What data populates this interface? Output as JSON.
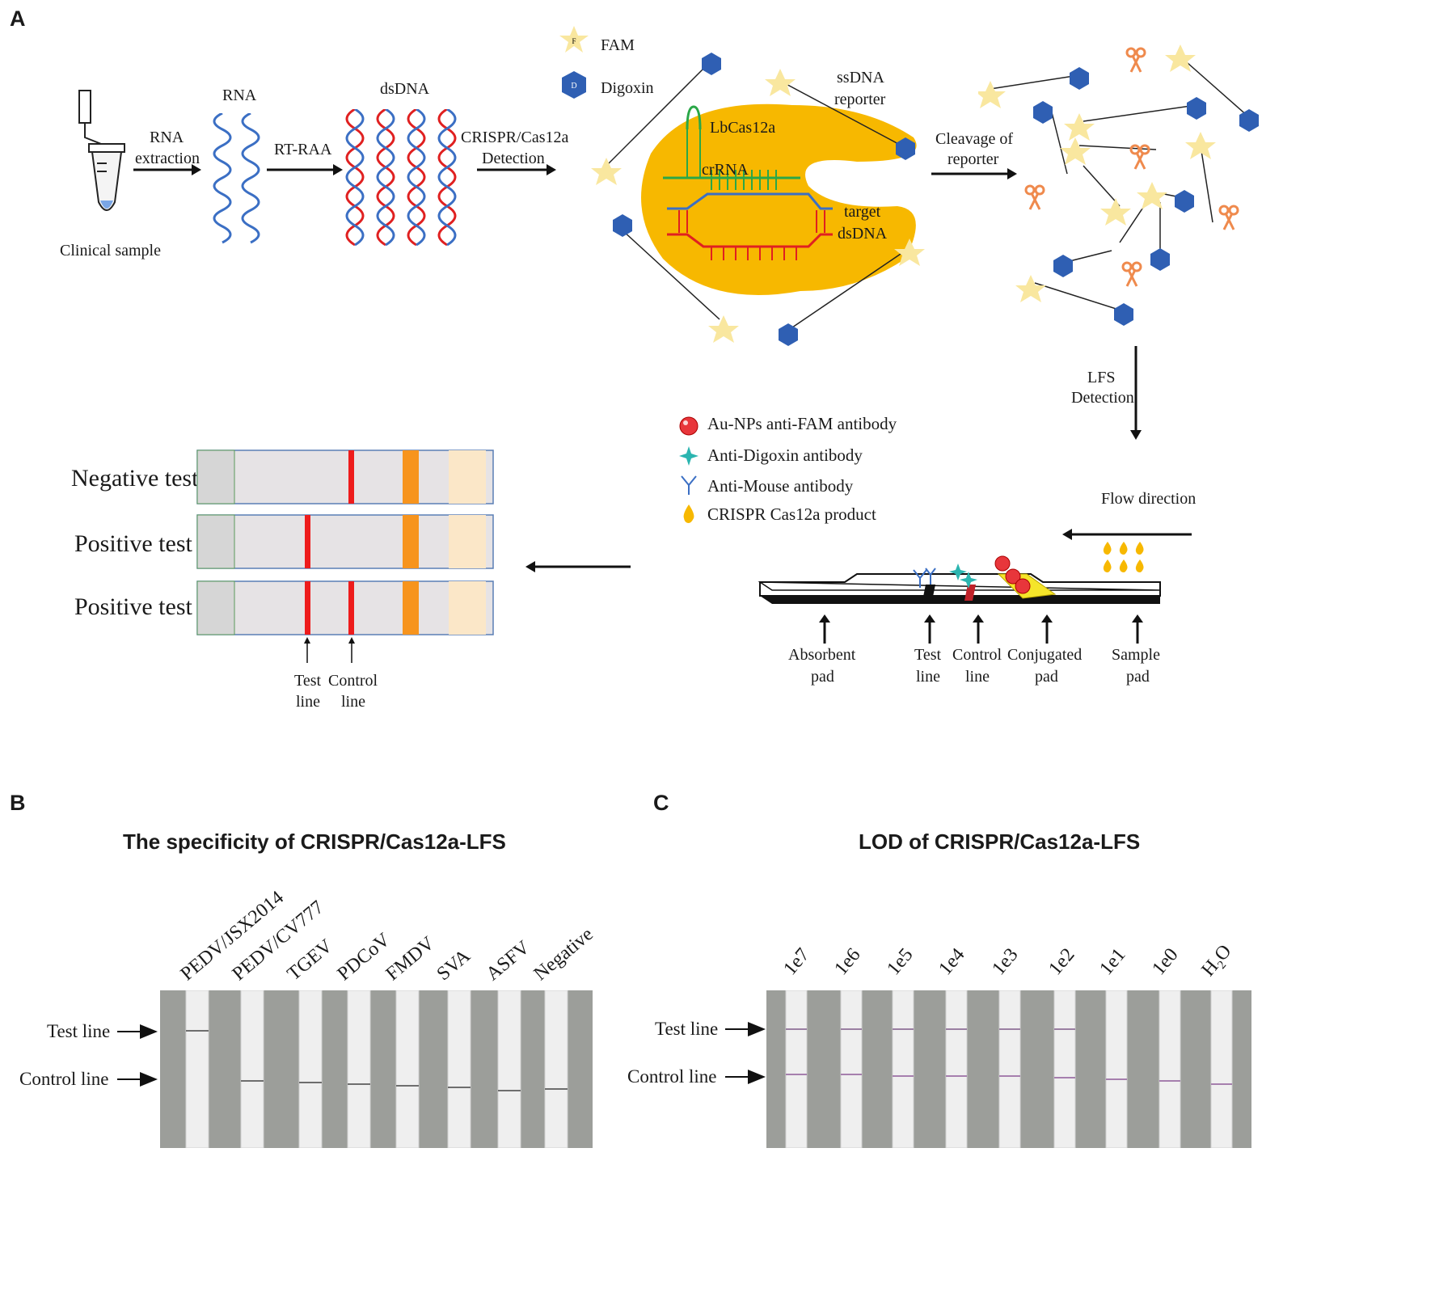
{
  "panels": {
    "a": "A",
    "b": "B",
    "c": "C"
  },
  "workflow": {
    "clinical_sample": "Clinical sample",
    "step1_line1": "RNA",
    "step1_line2": "extraction",
    "rna": "RNA",
    "step2": "RT-RAA",
    "dsdna": "dsDNA",
    "step3_line1": "CRISPR/Cas12a",
    "step3_line2": "Detection",
    "fam": "FAM",
    "digoxin": "Digoxin",
    "fam_glyph": "F",
    "digoxin_glyph": "D",
    "lbcas": "LbCas12a",
    "crrna": "crRNA",
    "target_line1": "target",
    "target_line2": "dsDNA",
    "ssdna_line1": "ssDNA",
    "ssdna_line2": "reporter",
    "cleavage_line1": "Cleavage of",
    "cleavage_line2": "reporter",
    "lfs_line1": "LFS",
    "lfs_line2": "Detection"
  },
  "legend": {
    "au": "Au-NPs anti-FAM antibody",
    "antidig": "Anti-Digoxin antibody",
    "antimouse": "Anti-Mouse antibody",
    "product": "CRISPR Cas12a product"
  },
  "strip_diagram": {
    "flow": "Flow direction",
    "absorbent_line1": "Absorbent",
    "absorbent_line2": "pad",
    "test_line1": "Test",
    "test_line2": "line",
    "control_line1": "Control",
    "control_line2": "line",
    "conj_line1": "Conjugated",
    "conj_line2": "pad",
    "sample_line1": "Sample",
    "sample_line2": "pad"
  },
  "results": {
    "negative": "Negative test",
    "positive1": "Positive test",
    "positive2": "Positive test",
    "test_line1": "Test",
    "test_line2": "line",
    "control_line1": "Control",
    "control_line2": "line"
  },
  "panel_b": {
    "title": "The specificity of CRISPR/Cas12a-LFS",
    "test_label": "Test line",
    "control_label": "Control line",
    "lanes": [
      "PEDV/JSX2014",
      "PEDV/CV777",
      "TGEV",
      "PDCoV",
      "FMDV",
      "SVA",
      "ASFV",
      "Negative"
    ]
  },
  "panel_c": {
    "title": "LOD of CRISPR/Cas12a-LFS",
    "test_label": "Test line",
    "control_label": "Control line",
    "lanes": [
      "1e7",
      "1e6",
      "1e5",
      "1e4",
      "1e3",
      "1e2",
      "1e1",
      "1e0",
      "H"
    ],
    "water_subscript": "2",
    "water_suffix": "O"
  },
  "colors": {
    "cas": "#f7b800",
    "fam": "#f9e79f",
    "digoxin": "#2f5fb3",
    "rna": "#3b6fc4",
    "dna_red": "#e02020",
    "control_band": "#ee1c1c",
    "orange_pad": "#f7941d",
    "scissors": "#ef8a4d"
  }
}
